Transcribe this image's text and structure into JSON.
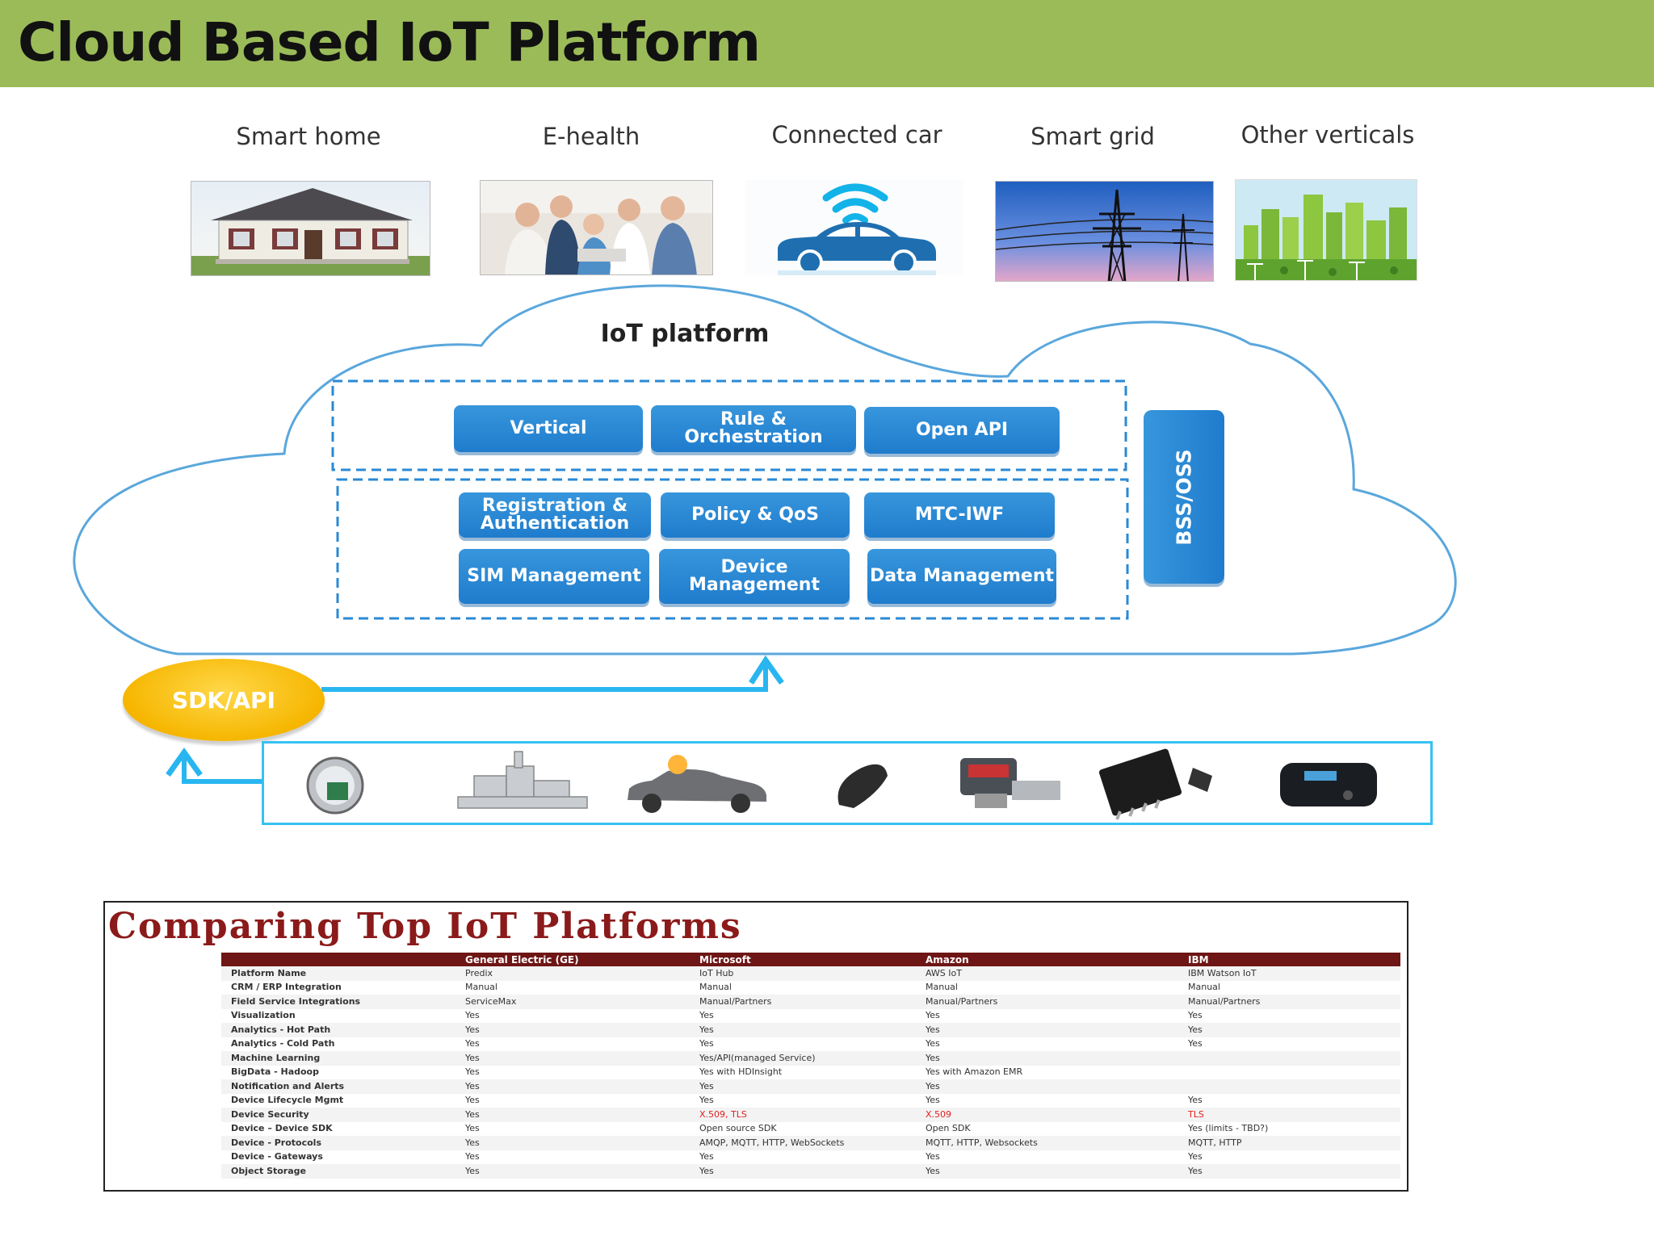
{
  "title": "Cloud Based IoT Platform",
  "verticals": [
    {
      "label": "Smart home",
      "icon": "house-icon"
    },
    {
      "label": "E-health",
      "icon": "family-icon"
    },
    {
      "label": "Connected car",
      "icon": "connected-car-icon"
    },
    {
      "label": "Smart grid",
      "icon": "power-tower-icon"
    },
    {
      "label": "Other verticals",
      "icon": "green-city-icon"
    }
  ],
  "platform": {
    "label": "IoT platform",
    "boxes": [
      "Vertical",
      "Rule &\nOrchestration",
      "Open API",
      "Registration &\nAuthentication",
      "Policy & QoS",
      "MTC-IWF",
      "SIM Management",
      "Device\nManagement",
      "Data Management"
    ],
    "side": "BSS/OSS"
  },
  "sdk": "SDK/API",
  "devices": [
    "smart-meter-icon",
    "factory-icon",
    "car-sensor-icon",
    "wearable-band-icon",
    "pressure-gauge-icon",
    "microchip-icon",
    "tracker-device-icon"
  ],
  "colors": {
    "header": "#9bbb59",
    "box": "#2a89d5",
    "sdk": "#f6b600",
    "arrow": "#29b6f0",
    "table_header": "#6e1515",
    "highlight": "#e02020"
  },
  "comparison": {
    "title": "Comparing Top IoT Platforms",
    "columns": [
      "",
      "General Electric (GE)",
      "Microsoft",
      "Amazon",
      "IBM"
    ],
    "rows": [
      [
        "Platform Name",
        "Predix",
        "IoT Hub",
        "AWS IoT",
        "IBM Watson IoT"
      ],
      [
        "CRM / ERP Integration",
        "Manual",
        "Manual",
        "Manual",
        "Manual"
      ],
      [
        "Field Service Integrations",
        "ServiceMax",
        "Manual/Partners",
        "Manual/Partners",
        "Manual/Partners"
      ],
      [
        "Visualization",
        "Yes",
        "Yes",
        "Yes",
        "Yes"
      ],
      [
        "Analytics - Hot Path",
        "Yes",
        "Yes",
        "Yes",
        "Yes"
      ],
      [
        "Analytics - Cold Path",
        "Yes",
        "Yes",
        "Yes",
        "Yes"
      ],
      [
        "Machine Learning",
        "Yes",
        "Yes/API(managed Service)",
        "Yes",
        ""
      ],
      [
        "BigData - Hadoop",
        "Yes",
        "Yes with HDInsight",
        "Yes with Amazon EMR",
        ""
      ],
      [
        "Notification and Alerts",
        "Yes",
        "Yes",
        "Yes",
        ""
      ],
      [
        "Device Lifecycle Mgmt",
        "Yes",
        "Yes",
        "Yes",
        "Yes"
      ],
      [
        "Device Security",
        "Yes",
        "X.509, TLS",
        "X.509",
        "TLS"
      ],
      [
        "Device – Device SDK",
        "Yes",
        "Open source SDK",
        "Open SDK",
        "Yes (limits - TBD?)"
      ],
      [
        "Device - Protocols",
        "Yes",
        "AMQP, MQTT, HTTP, WebSockets",
        "MQTT, HTTP, Websockets",
        "MQTT, HTTP"
      ],
      [
        "Device - Gateways",
        "Yes",
        "Yes",
        "Yes",
        "Yes"
      ],
      [
        "Object Storage",
        "Yes",
        "Yes",
        "Yes",
        "Yes"
      ]
    ],
    "red_cells": [
      [
        10,
        2
      ],
      [
        10,
        3
      ],
      [
        10,
        4
      ]
    ]
  }
}
